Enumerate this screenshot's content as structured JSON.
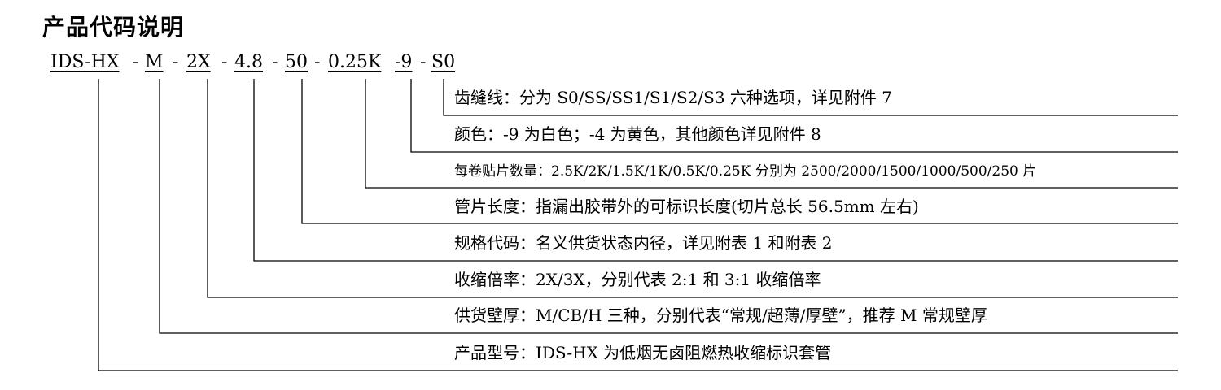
{
  "title": "产品代码说明",
  "code": {
    "product_model": "IDS-HX",
    "wall_thickness": "M",
    "shrink_ratio": "2X",
    "spec_code": "4.8",
    "length": "50",
    "quantity": "0.25K",
    "color": "-9",
    "serration": "S0",
    "dash": "-"
  },
  "descriptions": {
    "serration": "齿缝线：分为 S0/SS/SS1/S1/S2/S3 六种选项，详见附件 7",
    "color": "颜色：-9 为白色；-4 为黄色，其他颜色详见附件 8",
    "quantity": "每卷贴片数量：2.5K/2K/1.5K/1K/0.5K/0.25K 分别为 2500/2000/1500/1000/500/250 片",
    "length": "管片长度：指漏出胶带外的可标识长度(切片总长 56.5mm 左右)",
    "spec_code": "规格代码：名义供货状态内径，详见附表 1 和附表 2",
    "shrink_ratio": "收缩倍率：2X/3X，分别代表 2:1 和 3:1 收缩倍率",
    "wall_thickness": "供货壁厚：M/CB/H 三种，分别代表“常规/超薄/厚壁”，推荐 M 常规壁厚",
    "product_model": "产品型号：IDS-HX 为低烟无卤阻燃热收缩标识套管"
  }
}
